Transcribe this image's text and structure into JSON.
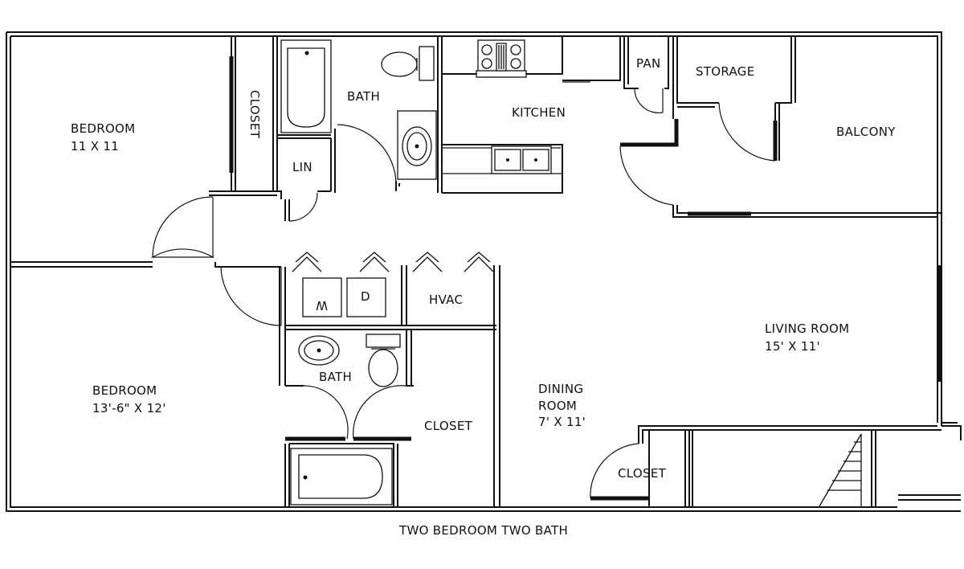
{
  "plan": {
    "caption": "TWO BEDROOM TWO BATH",
    "rooms": {
      "bedroom1": {
        "name": "BEDROOM",
        "size": "11 X 11"
      },
      "closet1": {
        "name": "CLOSET"
      },
      "bath1": {
        "name": "BATH"
      },
      "lin": {
        "name": "LIN"
      },
      "kitchen": {
        "name": "KITCHEN"
      },
      "pan": {
        "name": "PAN"
      },
      "storage": {
        "name": "STORAGE"
      },
      "balcony": {
        "name": "BALCONY"
      },
      "washer": {
        "name": "W"
      },
      "dryer": {
        "name": "D"
      },
      "hvac": {
        "name": "HVAC"
      },
      "living": {
        "name": "LIVING ROOM",
        "size": "15' X 11'"
      },
      "bedroom2": {
        "name": "BEDROOM",
        "size": "13'-6\" X 12'"
      },
      "bath2": {
        "name": "BATH"
      },
      "closet2": {
        "name": "CLOSET"
      },
      "dining": {
        "name1": "DINING",
        "name2": "ROOM",
        "size": "7' X 11'"
      },
      "closet3": {
        "name": "CLOSET"
      }
    }
  }
}
